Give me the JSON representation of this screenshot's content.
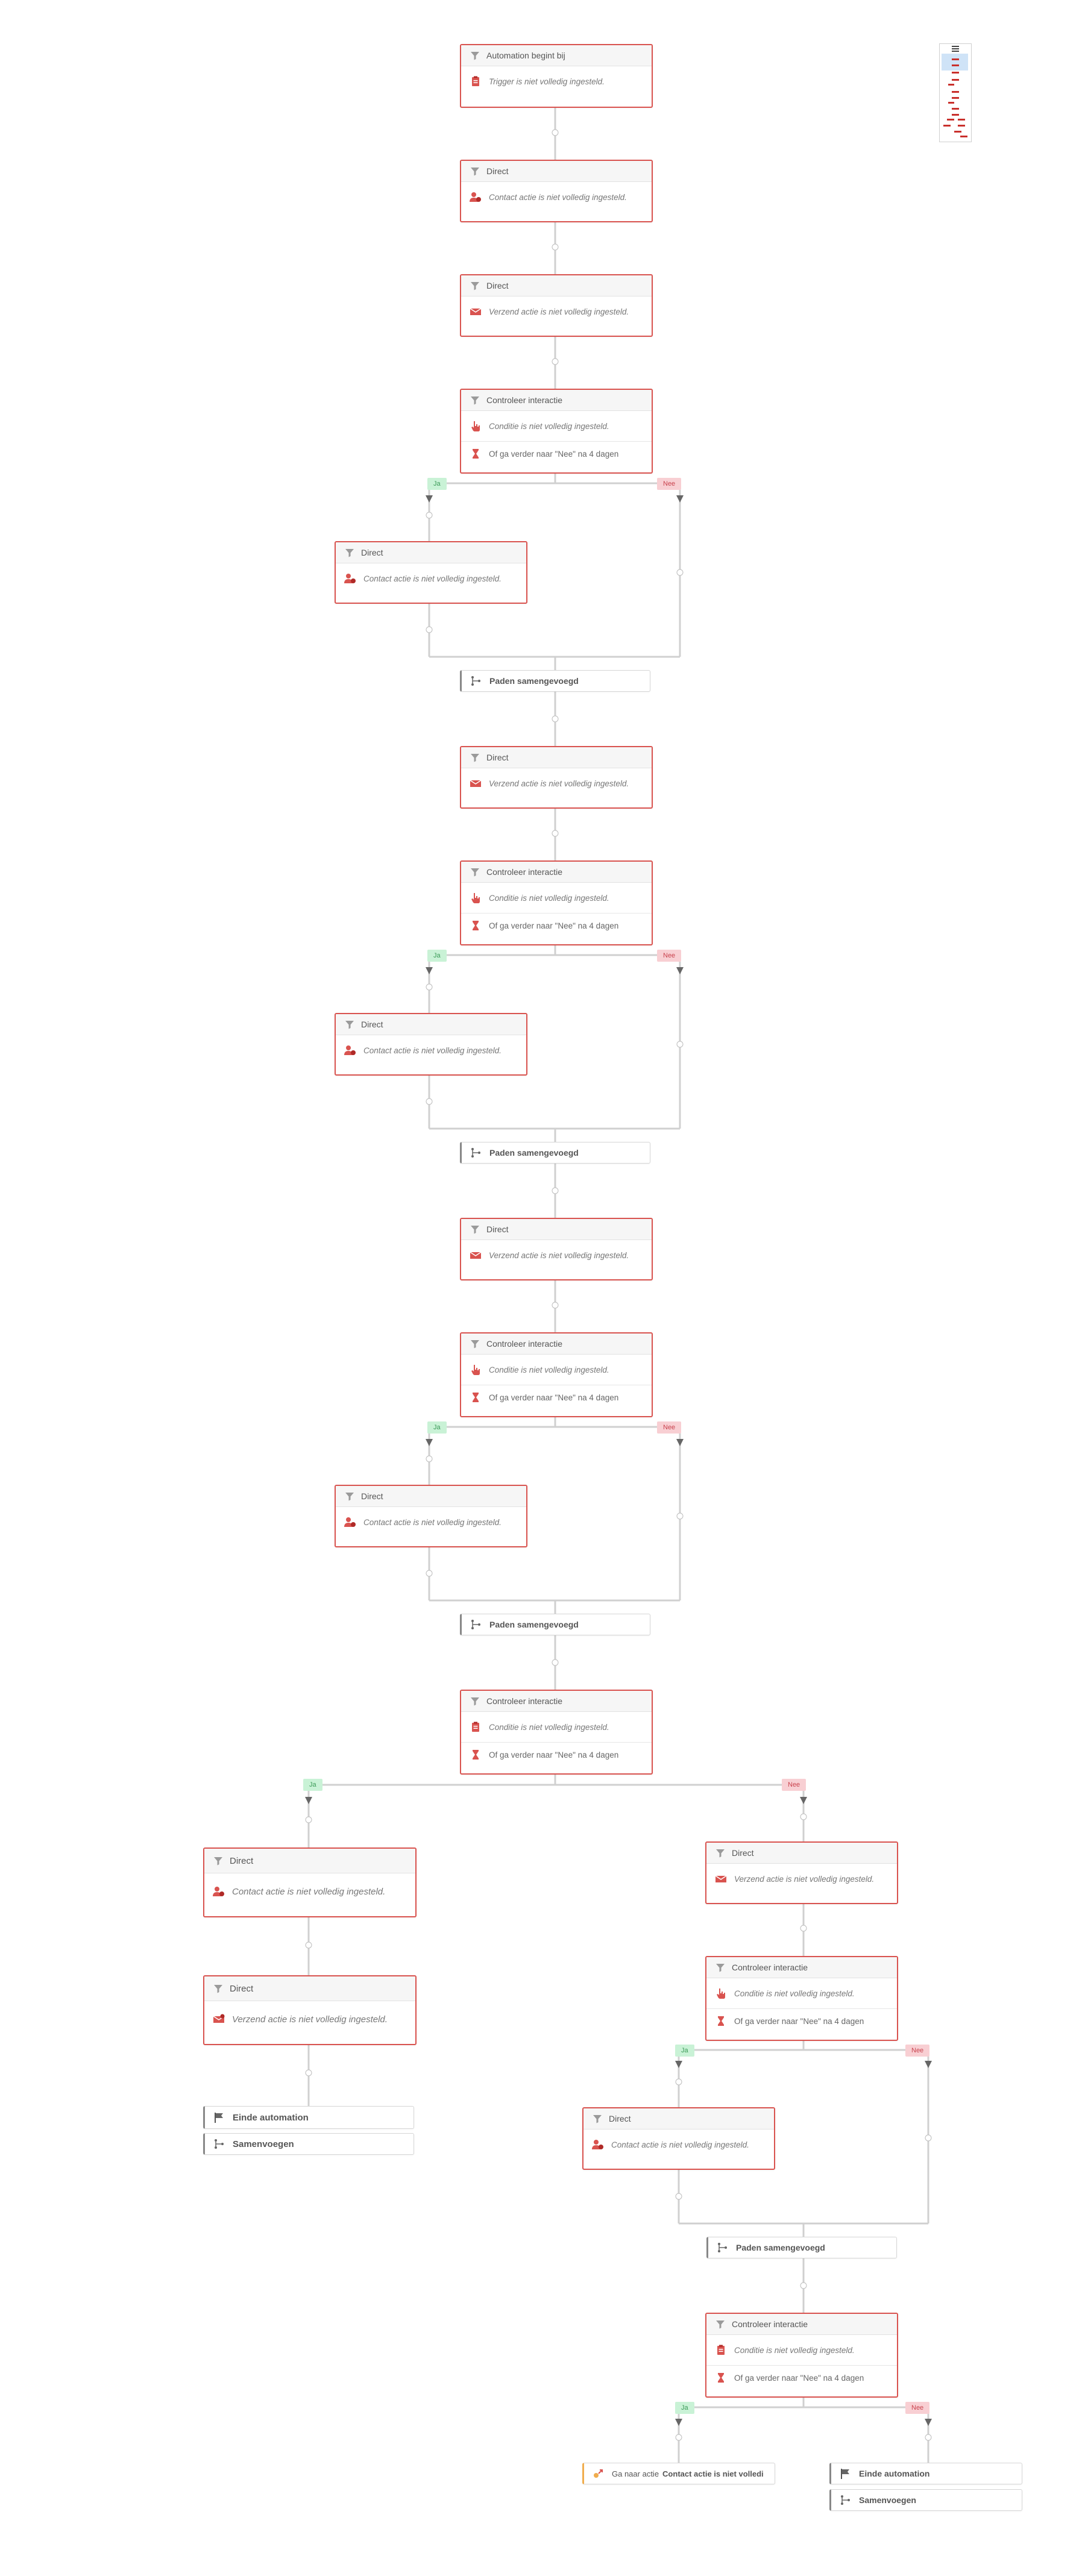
{
  "trigger": {
    "title": "Automation begint bij",
    "message": "Trigger is niet volledig ingesteld."
  },
  "labels": {
    "direct": "Direct",
    "controleer": "Controleer interactie",
    "paden": "Paden samengevoegd",
    "einde": "Einde automation",
    "samenvoegen": "Samenvoegen",
    "ja": "Ja",
    "nee": "Nee",
    "ga_naar_prefix": "Ga naar actie",
    "ga_naar_target": "Contact actie is niet volledi"
  },
  "messages": {
    "contact": "Contact actie is niet volledig ingesteld.",
    "verzend": "Verzend actie is niet volledig ingesteld.",
    "conditie": "Conditie is niet volledig ingesteld.",
    "wacht": "Of ga verder naar \"Nee\" na 4 dagen"
  },
  "icons": {
    "filter": "filter-icon",
    "trigger": "clipboard-icon",
    "contact": "contact-person-icon",
    "verzend": "email-icon",
    "conditie": "click-hand-icon",
    "conditie_alt": "clipboard-icon",
    "wacht": "hourglass-icon",
    "merge": "merge-icon",
    "end": "flag-icon",
    "goto": "goto-action-icon",
    "minimap": "minimap-menu-icon"
  },
  "colors": {
    "error_border": "#d9534f",
    "yes_bg": "#c9f2d6",
    "no_bg": "#f8cfd3",
    "connector": "#d0d0d0"
  }
}
